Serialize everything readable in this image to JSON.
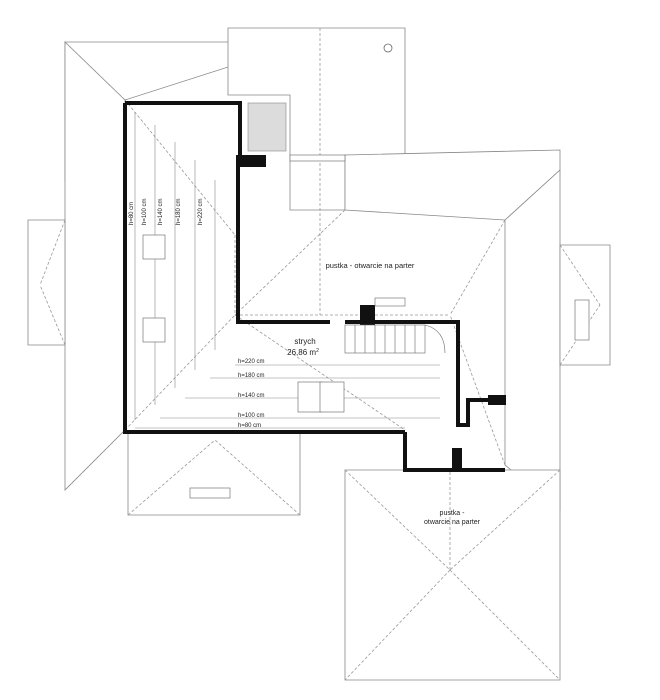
{
  "plan": {
    "attic_room": {
      "name": "strych",
      "area": "26,86 m",
      "area_sup": "2"
    },
    "void_upper": "pustka - otwarcie na parter",
    "void_lower_line1": "pustka -",
    "void_lower_line2": "otwarcie na parter",
    "height_lines_horizontal": [
      "h=220 cm",
      "h=180 cm",
      "h=140 cm",
      "h=100 cm",
      "h=80 cm"
    ],
    "height_lines_vertical": [
      "h=80 cm",
      "h=100 cm",
      "h=140 cm",
      "h=180 cm",
      "h=220 cm"
    ]
  }
}
